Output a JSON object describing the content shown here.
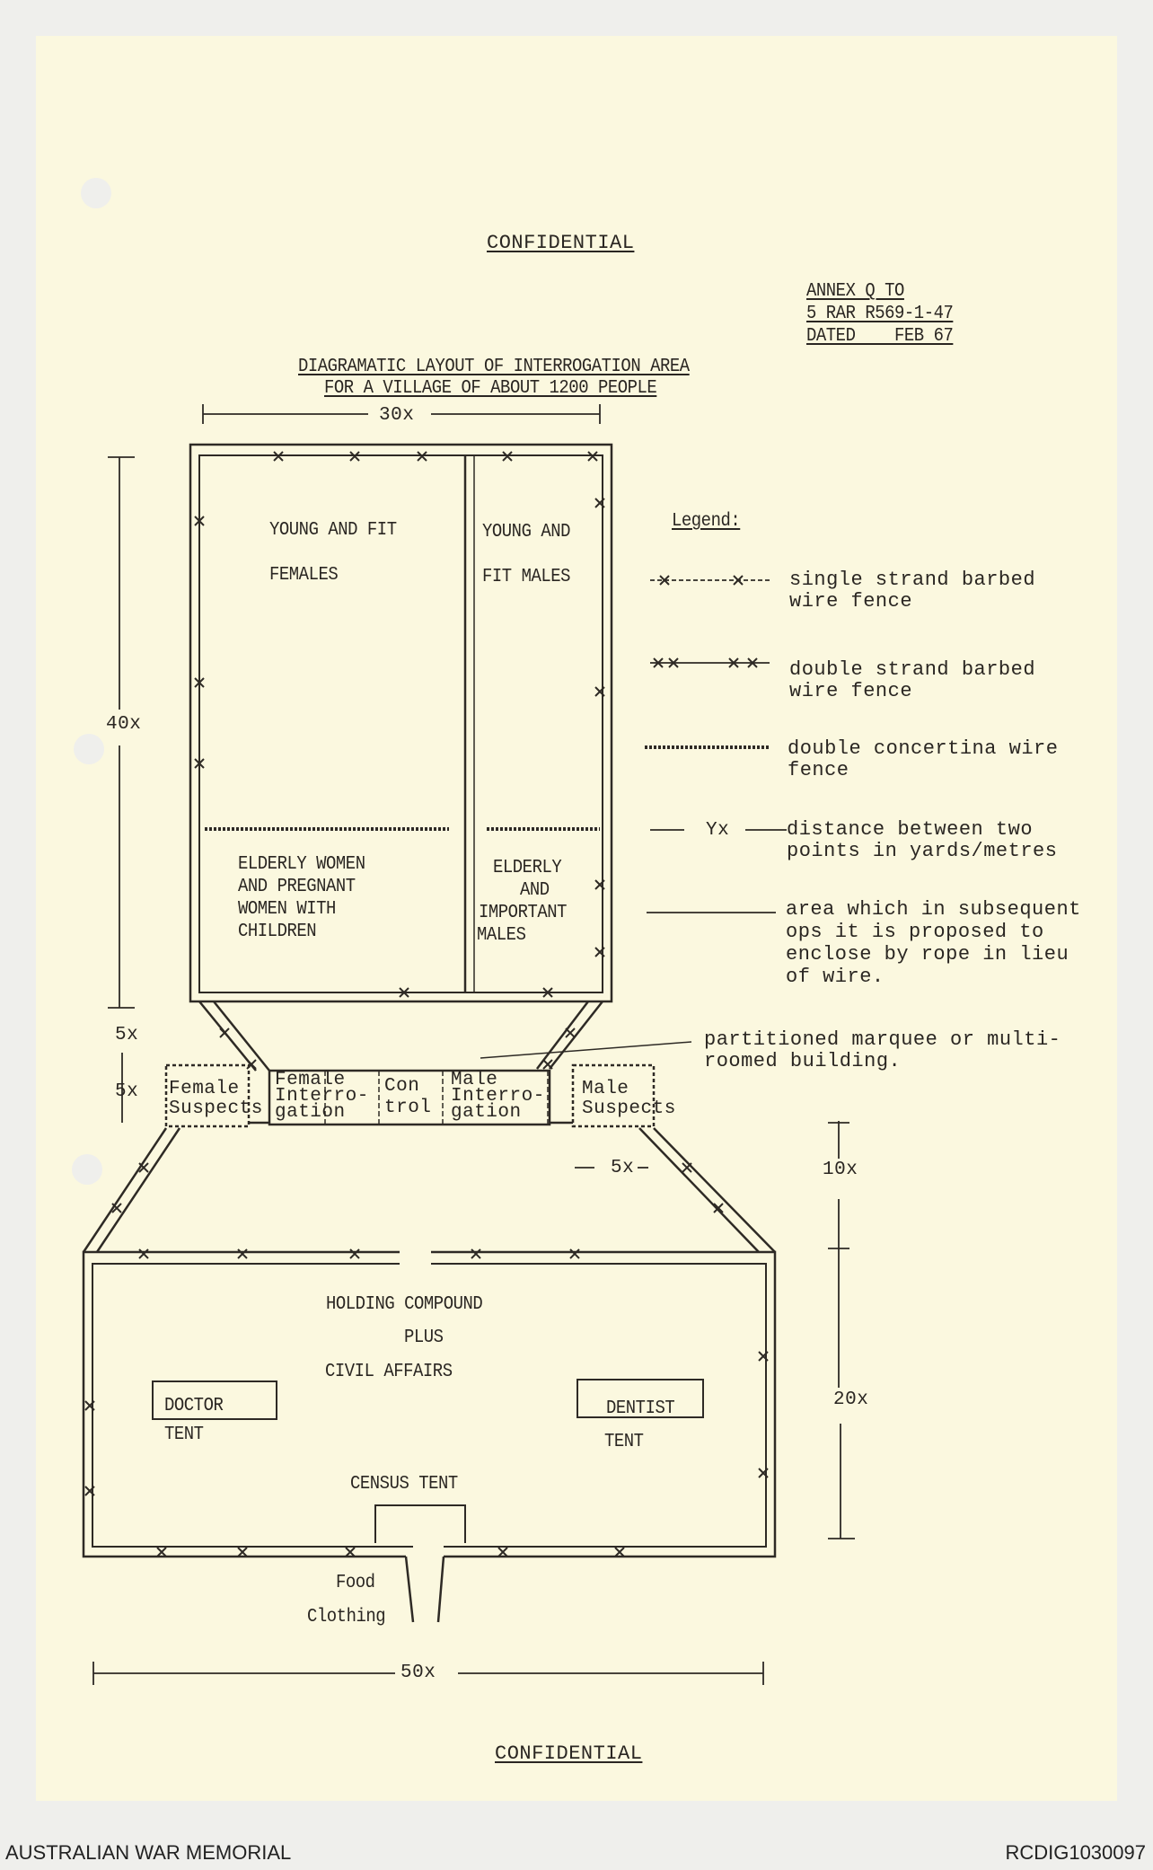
{
  "header": {
    "classification_top": "CONFIDENTIAL",
    "annex": [
      "ANNEX Q TO",
      "5 RAR R569-1-47",
      "DATED    FEB 67"
    ],
    "title_line1": "DIAGRAMATIC LAYOUT OF INTERROGATION AREA",
    "title_line2": "FOR A VILLAGE OF ABOUT 1200 PEOPLE"
  },
  "diagram": {
    "dims": {
      "width_top": "30x",
      "height_upper": "40x",
      "gap1": "5x",
      "gap2": "5x",
      "side": "5x",
      "gap_lower": "10x",
      "height_lower": "20x",
      "width_bottom": "50x"
    },
    "areas": {
      "young_fit_females": [
        "YOUNG AND FIT",
        "FEMALES"
      ],
      "young_fit_males": [
        "YOUNG AND",
        "FIT MALES"
      ],
      "elderly_women": [
        "ELDERLY WOMEN",
        "AND PREGNANT",
        "WOMEN WITH",
        "CHILDREN"
      ],
      "elderly_males": [
        "ELDERLY",
        "AND",
        "IMPORTANT",
        "MALES"
      ],
      "marquee": [
        "Female\nSuspects",
        "Female\nInterro-\ngation",
        "Con\ntrol",
        "Male\nInterro-\ngation",
        "Male\nSuspects"
      ],
      "holding": [
        "HOLDING COMPOUND",
        "PLUS",
        "CIVIL AFFAIRS"
      ],
      "doctor": [
        "DOCTOR",
        "TENT"
      ],
      "dentist": [
        "DENTIST",
        "TENT"
      ],
      "census": "CENSUS TENT",
      "exit": [
        "Food",
        "Clothing"
      ]
    },
    "marquee_note": "partitioned marquee or multi-\nroomed building."
  },
  "legend": {
    "title": "Legend:",
    "items": [
      {
        "sample": "single-barbed",
        "text": "single strand barbed\nwire fence"
      },
      {
        "sample": "double-barbed",
        "text": "double strand barbed\nwire fence"
      },
      {
        "sample": "concertina",
        "text": "double concertina wire\nfence"
      },
      {
        "sample": "distance",
        "label": "Yx",
        "text": "distance between two\npoints in yards/metres"
      },
      {
        "sample": "rope",
        "text": "area which in subsequent\nops it is proposed to\nenclose by rope in lieu\nof wire."
      }
    ]
  },
  "footer": {
    "classification_bottom": "CONFIDENTIAL",
    "left": "AUSTRALIAN WAR MEMORIAL",
    "right": "RCDIG1030097"
  }
}
